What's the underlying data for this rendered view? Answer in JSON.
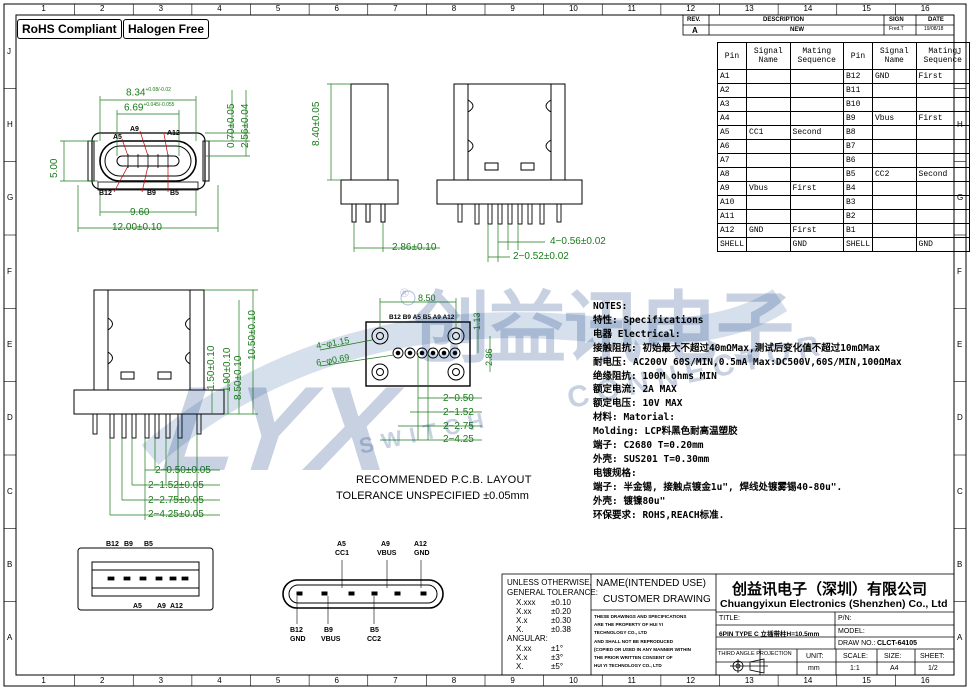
{
  "badges": {
    "rohs": "RoHS Compliant",
    "halogen": "Halogen Free"
  },
  "border": {
    "top_numbers": [
      "1",
      "2",
      "3",
      "4",
      "5",
      "6",
      "7",
      "8",
      "9",
      "10",
      "11",
      "12",
      "13",
      "14",
      "15",
      "16"
    ],
    "side_letters": [
      "J",
      "H",
      "G",
      "F",
      "E",
      "D",
      "C",
      "B",
      "A"
    ]
  },
  "revision": {
    "rev_label": "REV.",
    "description_label": "DESCRIPTION",
    "sign_label": "SIGN",
    "date_label": "DATE",
    "rev": "A",
    "description": "NEW",
    "sign": "Fred.T",
    "date": "19/08/18"
  },
  "dims": {
    "width_834": "8.34",
    "tol_834": "+0.08/-0.02",
    "width_669": "6.69",
    "tol_669": "+0.045/-0.055",
    "d_960": "9.60",
    "d_1200": "12.00±0.10",
    "d_500": "5.00",
    "d_070": "0.70±0.05",
    "d_256": "2.56±0.04",
    "d_840": "8.40±0.05",
    "d_286": "2.86±0.10",
    "d_456": "4−0.56±0.02",
    "d_252": "2−0.52±0.02",
    "d_1050": "10.50±0.10",
    "d_850": "8.50±0.10",
    "d_150": "1.50±0.10",
    "d_190": "1.90±0.10",
    "d_250a": "2−0.50±0.05",
    "d_252b": "2−1.52±0.05",
    "d_275": "2−2.75±0.05",
    "d_425": "2−4.25±0.05",
    "pcb_850": "8.50",
    "pcb_115": "4−φ1.15",
    "pcb_069": "6−φ0.69",
    "pcb_113": "1.13",
    "pcb_286": "2.86",
    "pcb_050": "2−0.50",
    "pcb_152": "2−1.52",
    "pcb_275": "2−2.75",
    "pcb_425": "2−4.25"
  },
  "labels": {
    "front": [
      "A5",
      "A9",
      "A12",
      "B12",
      "B9",
      "B5"
    ],
    "pcb_top": "B12 B9 A5 B5 A9 A12",
    "side_top": [
      "B12",
      "B9",
      "B5"
    ],
    "side_bottom": [
      "A5",
      "A9",
      "A12"
    ],
    "pins_top": [
      "A5",
      "CC1",
      "A9",
      "VBUS",
      "A12",
      "GND"
    ],
    "pins_bottom": [
      "B12",
      "GND",
      "B9",
      "VBUS",
      "B5",
      "CC2"
    ]
  },
  "recommended": {
    "title": "RECOMMENDED  P.C.B. LAYOUT",
    "tolerance": "TOLERANCE  UNSPECIFIED  ±0.05mm"
  },
  "notes": [
    "NOTES:",
    "特性: Specifications",
    "电器 Electrical:",
    "      接触阻抗: 初始最大不超过40mΩMax,测试后变化值不超过10mΩMax",
    "      耐电压: AC200V 60S/MIN,0.5mA Max:DC500V,60S/MIN,100ΩMax",
    "      绝缘阻抗: 100M ohms MIN",
    "      额定电流: 2A MAX",
    "      额定电压: 10V MAX",
    "材料: Matorial:",
    "      Molding: LCP料黑色耐高温塑胶",
    "      端子: C2680 T=0.20mm",
    "      外壳: SUS201 T=0.30mm",
    "电镀规格:",
    "      端子: 半金锡, 接触点镀金1u\", 焊线处镀雾锡40-80u\".",
    "      外壳: 镀镍80u\"",
    "环保要求: ROHS,REACH标准."
  ],
  "pin_table": {
    "headers": [
      "Pin",
      "Signal Name",
      "Mating Sequence",
      "Pin",
      "Signal Name",
      "Mating Sequence"
    ],
    "rows": [
      [
        "A1",
        "",
        "",
        "B12",
        "GND",
        "First"
      ],
      [
        "A2",
        "",
        "",
        "B11",
        "",
        ""
      ],
      [
        "A3",
        "",
        "",
        "B10",
        "",
        ""
      ],
      [
        "A4",
        "",
        "",
        "B9",
        "Vbus",
        "First"
      ],
      [
        "A5",
        "CC1",
        "Second",
        "B8",
        "",
        ""
      ],
      [
        "A6",
        "",
        "",
        "B7",
        "",
        ""
      ],
      [
        "A7",
        "",
        "",
        "B6",
        "",
        ""
      ],
      [
        "A8",
        "",
        "",
        "B5",
        "CC2",
        "Second"
      ],
      [
        "A9",
        "Vbus",
        "First",
        "B4",
        "",
        ""
      ],
      [
        "A10",
        "",
        "",
        "B3",
        "",
        ""
      ],
      [
        "A11",
        "",
        "",
        "B2",
        "",
        ""
      ],
      [
        "A12",
        "GND",
        "First",
        "B1",
        "",
        ""
      ],
      [
        "SHELL",
        "",
        "GND",
        "SHELL",
        "",
        "GND"
      ]
    ]
  },
  "title_block": {
    "unless": "UNLESS OTHERWISE,",
    "general": "GENERAL TOLERANCE:",
    "tolerances": [
      [
        "X.xxx",
        "±0.10"
      ],
      [
        "X.xx",
        "±0.20"
      ],
      [
        "X.x",
        "±0.30"
      ],
      [
        "X.",
        "±0.38"
      ]
    ],
    "angular": "ANGULAR:",
    "angular_tol": [
      [
        "X.xx",
        "±1°"
      ],
      [
        "X.x",
        "±3°"
      ],
      [
        "X.",
        "±5°"
      ]
    ],
    "name_label": "NAME(INTENDED USE)",
    "customer_drawing": "CUSTOMER DRAWING",
    "disclaimer": [
      "THESE DRAWINGS AND SPECIFICATIONS",
      "ARE THE PROPERTY OF HUI YI",
      "TECHNOLOGY CO., LTD",
      "AND SHALL NOT BE REPRODUCED",
      "(COPIED OR USED IN ANY MANNER WITHIN",
      "THE PRIOR WRITTEN CONSENT OF",
      "HUI YI   TECHNOLOGY CO., LTD"
    ],
    "company_cn": "创益讯电子（深圳）有限公司",
    "company_en": "Chuangyixun Electronics (Shenzhen) Co., Ltd",
    "title_label": "TITLE:",
    "title_value": "6PIN TYPE C 立插带柱H=10.5mm",
    "pn_label": "P/N:",
    "model_label": "MODEL:",
    "draw_no_label": "DRAW NO.:",
    "draw_no": "CLCT-64105",
    "projection": "THIRD ANGLE PROJECTION",
    "unit_label": "UNIT:",
    "unit": "mm",
    "scale_label": "SCALE:",
    "scale": "1:1",
    "size_label": "SIZE:",
    "size": "A4",
    "sheet_label": "SHEET:",
    "sheet": "1/2"
  },
  "watermark": {
    "logo": "LYX",
    "cn": "创益讯电子",
    "en1": "SWITCH",
    "en2": "CONNECTOR",
    "reg": "®"
  }
}
